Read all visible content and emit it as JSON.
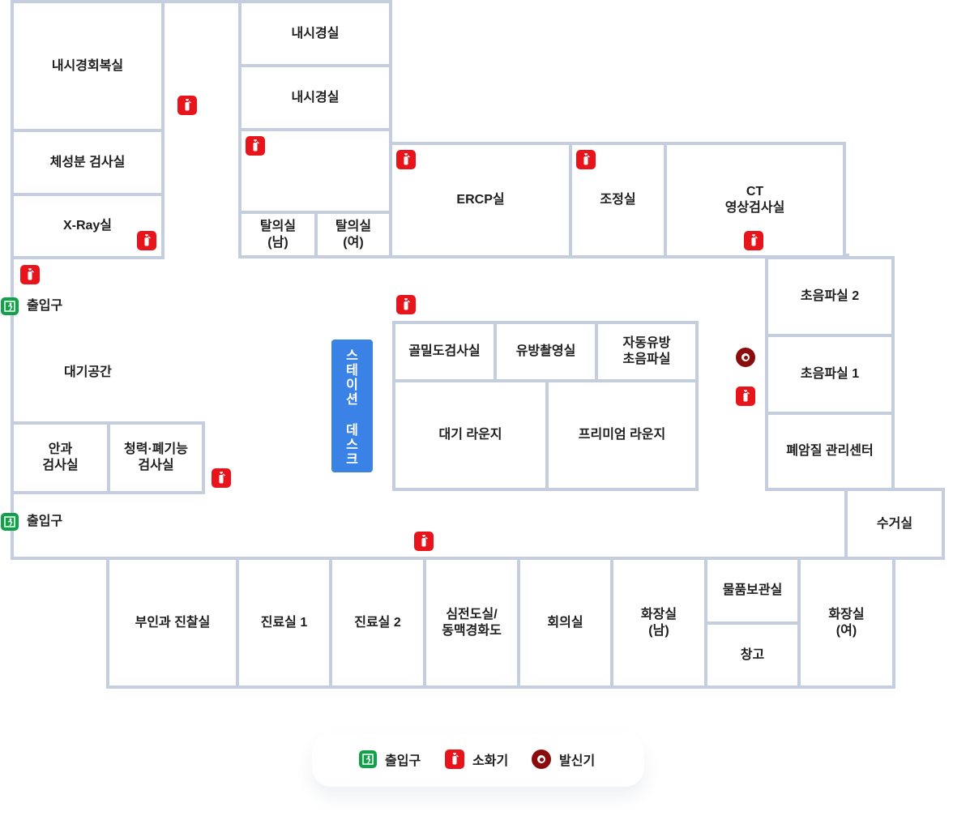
{
  "rooms": {
    "endoscopy_recovery": "내시경회복실",
    "body_composition": "체성분 검사실",
    "xray": "X-Ray실",
    "endoscopy_1": "내시경실",
    "endoscopy_2": "내시경실",
    "changing_male": "탈의실\n(남)",
    "changing_female": "탈의실\n(여)",
    "ercp": "ERCP실",
    "contrast_prep": "조정실",
    "ct": "CT\n영상검사실",
    "ultrasound_2": "초음파실 2",
    "ultrasound_1": "초음파실 1",
    "lung_cancer_center": "폐암질 관리센터",
    "bone_density": "골밀도검사실",
    "mammography": "유방촬영실",
    "auto_breast_us": "자동유방\n초음파실",
    "waiting_lounge": "대기 라운지",
    "premium_lounge": "프리미엄 라운지",
    "ophthalmology": "안과\n검사실",
    "hearing_lung": "청력·폐기능\n검사실",
    "collection": "수거실",
    "gynecology": "부인과 진찰실",
    "exam_1": "진료실 1",
    "exam_2": "진료실 2",
    "ecg": "심전도실/\n동맥경화도",
    "meeting": "회의실",
    "restroom_male": "화장실\n(남)",
    "storage_items": "물품보관실",
    "warehouse": "창고",
    "restroom_female": "화장실\n(여)"
  },
  "areas": {
    "waiting_space": "대기공간",
    "entrance_top": "출입구",
    "entrance_bottom": "출입구"
  },
  "station": {
    "line1": [
      "스",
      "테",
      "이",
      "션"
    ],
    "line2": [
      "데",
      "스",
      "크"
    ]
  },
  "legend": {
    "exit": "출입구",
    "extinguisher": "소화기",
    "alarm": "발신기"
  },
  "colors": {
    "wall": "#c5cede",
    "extinguisher": "#e8141b",
    "exit": "#14a04a",
    "alarm": "#8a0c0c",
    "station": "#3b82e6"
  },
  "icons": {
    "extinguisher": "fire-extinguisher-icon",
    "exit": "emergency-exit-icon",
    "alarm": "fire-alarm-icon"
  }
}
